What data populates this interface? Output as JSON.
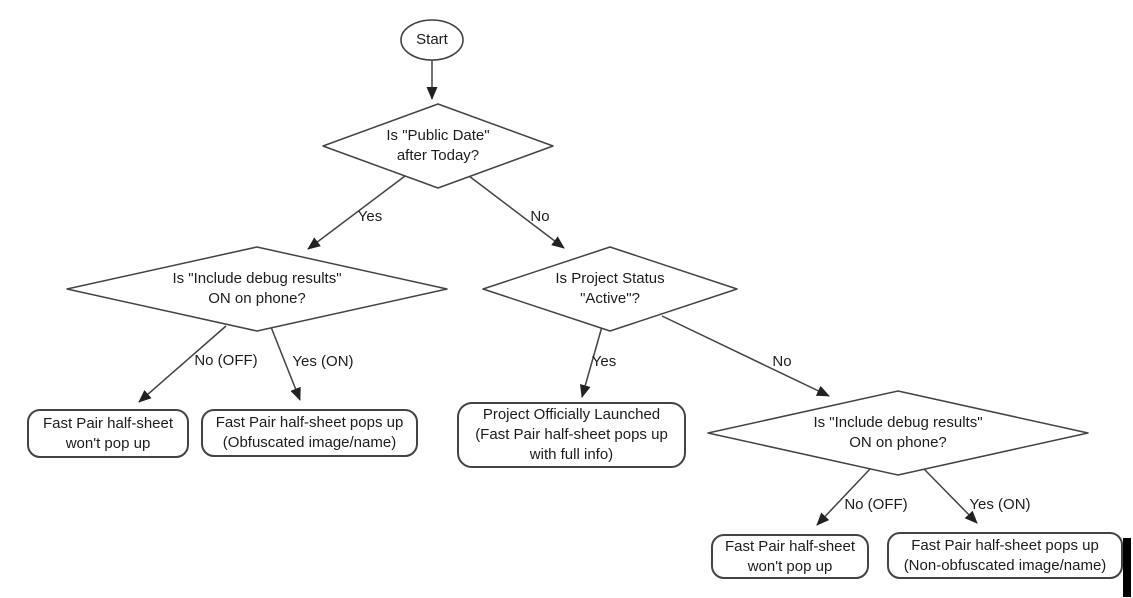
{
  "nodes": {
    "start": {
      "label": "Start"
    },
    "public_date": {
      "label": "Is \"Public Date\"\nafter Today?"
    },
    "debug_left": {
      "label": "Is \"Include debug results\"\nON on phone?"
    },
    "project_status": {
      "label": "Is Project Status\n\"Active\"?"
    },
    "debug_right": {
      "label": "Is \"Include debug results\"\nON on phone?"
    },
    "no_popup_left": {
      "label": "Fast Pair half-sheet\nwon't pop up"
    },
    "obfuscated": {
      "label": "Fast Pair half-sheet pops up\n(Obfuscated image/name)"
    },
    "launched": {
      "label": "Project Officially Launched\n(Fast Pair half-sheet pops up\nwith full info)"
    },
    "no_popup_right": {
      "label": "Fast Pair half-sheet\nwon't pop up"
    },
    "non_obfuscated": {
      "label": "Fast Pair half-sheet pops up\n(Non-obfuscated image/name)"
    }
  },
  "edges": {
    "yes1": "Yes",
    "no1": "No",
    "no_off_left": "No (OFF)",
    "yes_on_left": "Yes (ON)",
    "yes2": "Yes",
    "no2": "No",
    "no_off_right": "No (OFF)",
    "yes_on_right": "Yes (ON)"
  },
  "colors": {
    "stroke": "#434343",
    "text": "#1c1c1c",
    "background": "#ffffff",
    "caret": "#000000"
  }
}
